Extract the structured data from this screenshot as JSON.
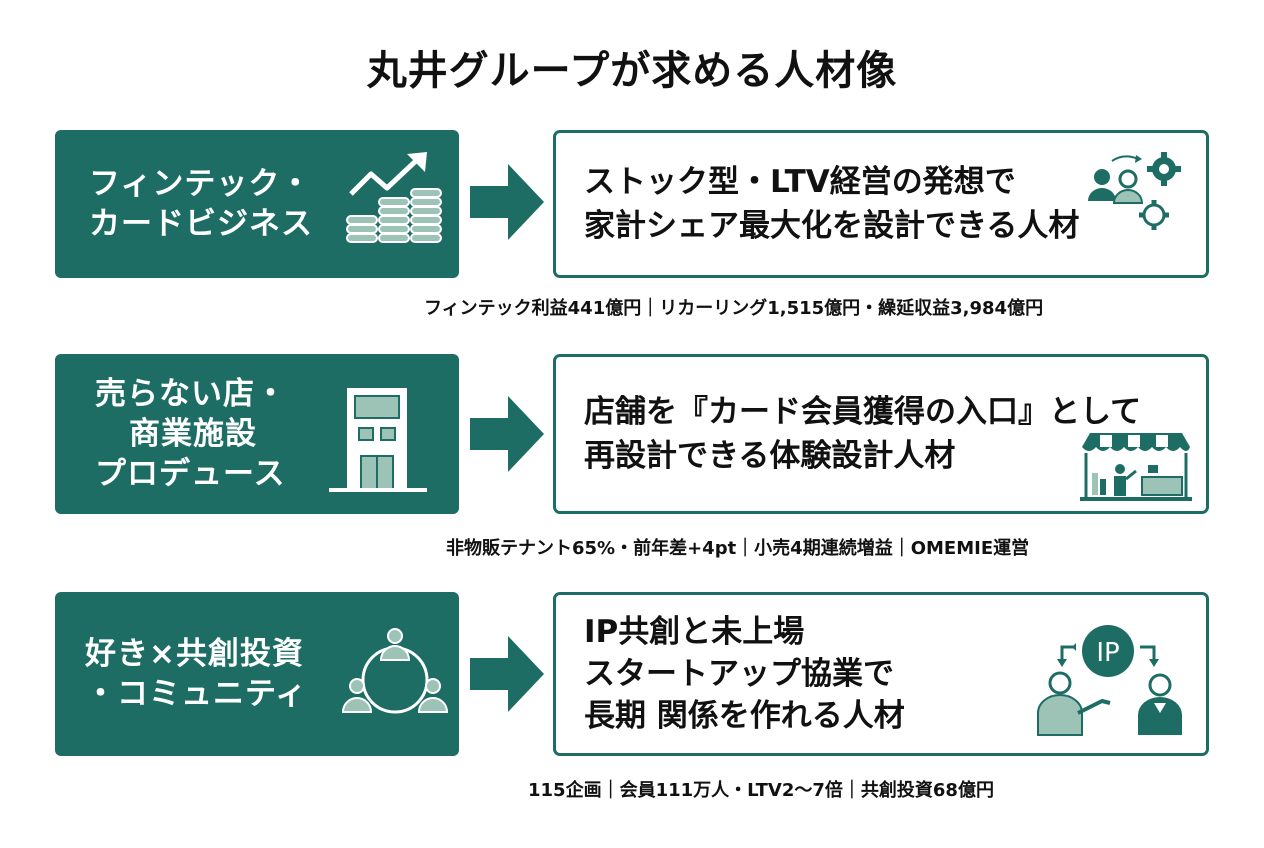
{
  "title": "丸井グループが求める人材像",
  "rows": [
    {
      "left_lines": [
        "フィンテック・",
        "カードビジネス"
      ],
      "left_icon": "growth-chart-coins-icon",
      "right_lines": [
        "ストック型・LTV経営の発想で",
        "家計シェア最大化を設計できる人材"
      ],
      "right_icon": "people-gears-icon",
      "sub": "フィンテック利益441億円｜リカーリング1,515億円・繰延収益3,984億円"
    },
    {
      "left_lines": [
        "売らない店・",
        "商業施設",
        "プロデュース"
      ],
      "left_icon": "building-icon",
      "right_lines": [
        "店舗を『カード会員獲得の入口』として",
        "再設計できる体験設計人材"
      ],
      "right_icon": "storefront-icon",
      "sub": "非物販テナント65%・前年差+4pt｜小売4期連続増益｜OMEMIE運営"
    },
    {
      "left_lines": [
        "好き×共創投資",
        "・コミュニティ"
      ],
      "left_icon": "community-network-icon",
      "right_lines": [
        "IP共創と未上場",
        "スタートアップ協業で",
        "長期 関係を作れる人材"
      ],
      "right_icon": "ip-collaboration-icon",
      "right_icon_text": "IP",
      "sub": "115企画｜会員111万人・LTV2〜7倍｜共創投資68億円"
    }
  ],
  "colors": {
    "primary": "#1d6d65",
    "light": "#9dc3b6",
    "text": "#111111",
    "background": "#ffffff"
  }
}
